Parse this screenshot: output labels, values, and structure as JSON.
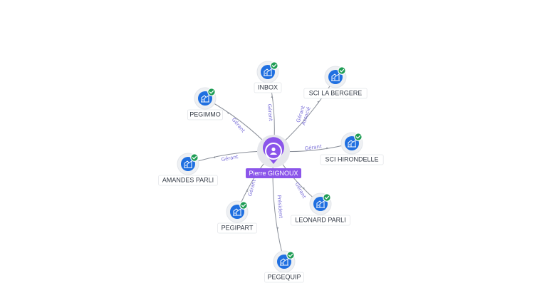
{
  "center": {
    "name": "Pierre GIGNOUX",
    "icon": "person-icon"
  },
  "colors": {
    "center": "#8b55ea",
    "company": "#1f6fe0",
    "verified": "#1f9d55",
    "edge": "#8a8f99",
    "edge_label": "#7a6fd8"
  },
  "companies": [
    {
      "id": "inbox",
      "name": "INBOX",
      "relation": "Gérant",
      "icon": "building-icon",
      "verified": true
    },
    {
      "id": "sci-la-bergere",
      "name": "SCI LA BERGERE",
      "relation": "Gérant\nAssocié",
      "icon": "building-icon",
      "verified": true
    },
    {
      "id": "pegimmo",
      "name": "PEGIMMO",
      "relation": "Gérant",
      "icon": "building-icon",
      "verified": true
    },
    {
      "id": "sci-hirondelle",
      "name": "SCI HIRONDELLE",
      "relation": "Gérant",
      "icon": "building-icon",
      "verified": true
    },
    {
      "id": "amandes-parli",
      "name": "AMANDES PARLI",
      "relation": "Gérant",
      "icon": "building-icon",
      "verified": true
    },
    {
      "id": "leonard-parli",
      "name": "LEONARD PARLI",
      "relation": "Gérant",
      "icon": "building-icon",
      "verified": true
    },
    {
      "id": "pegipart",
      "name": "PEGIPART",
      "relation": "Gérant",
      "icon": "building-icon",
      "verified": true
    },
    {
      "id": "pegequip",
      "name": "PEGEQUIP",
      "relation": "Président",
      "icon": "building-icon",
      "verified": true
    }
  ]
}
